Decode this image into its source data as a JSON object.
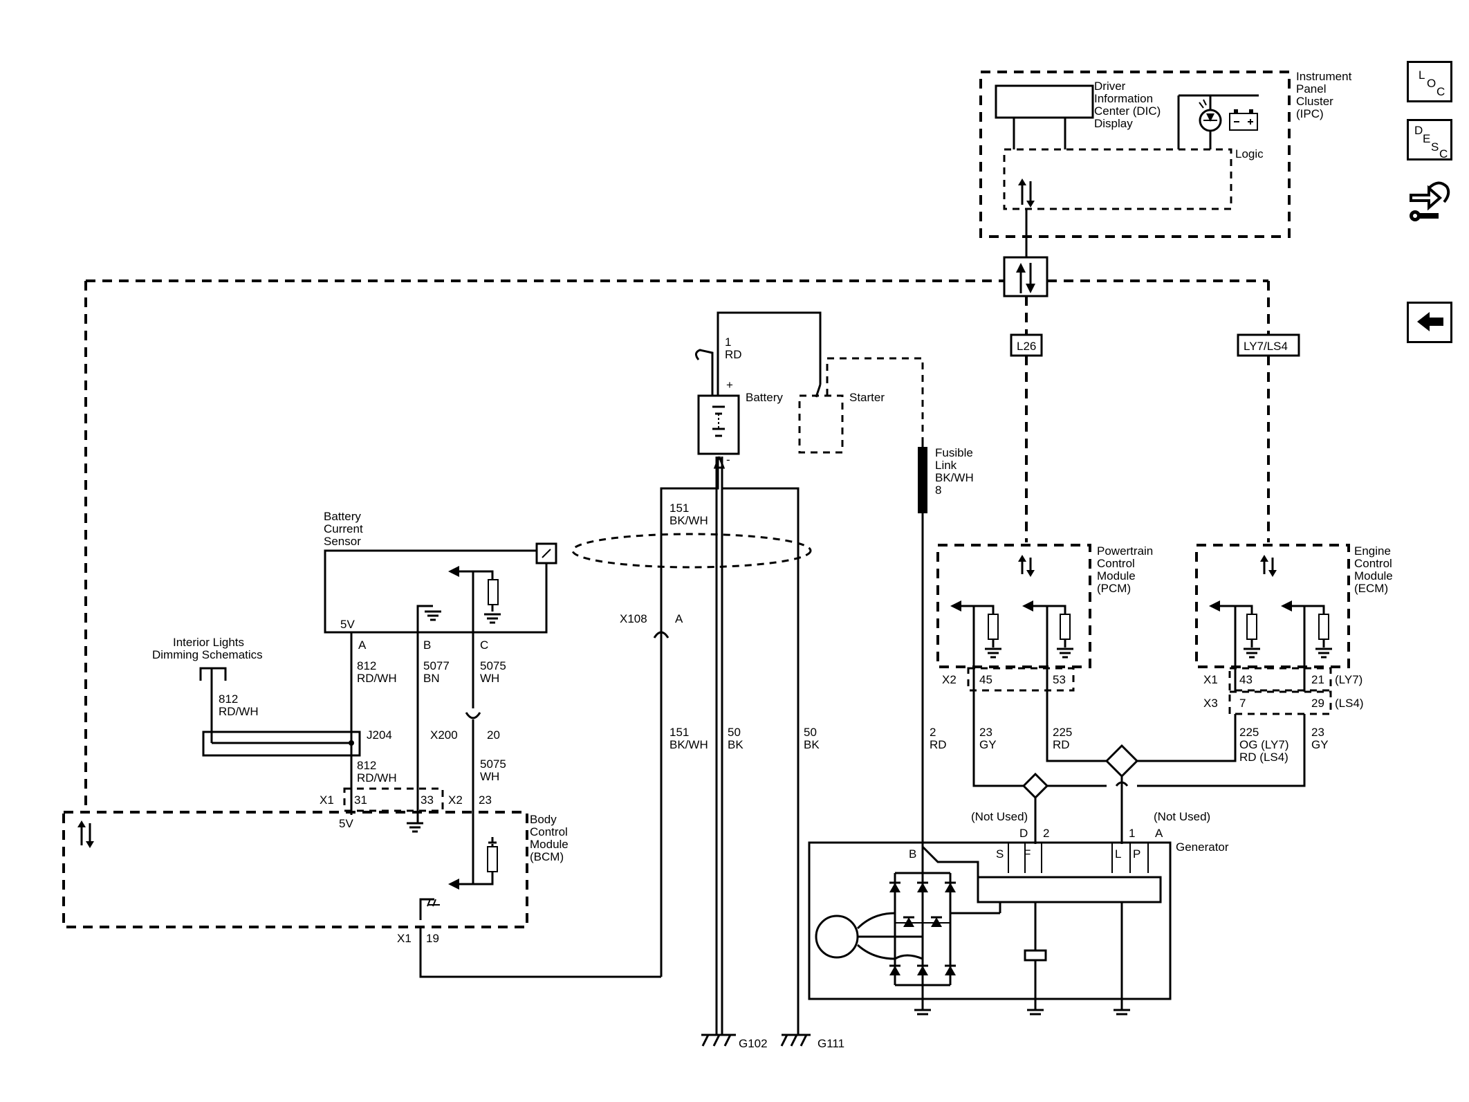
{
  "nav": {
    "loc_big": "L",
    "loc_o": "O",
    "loc_c": "C",
    "desc_d": "D",
    "desc_e": "E",
    "desc_s": "S",
    "desc_c": "C"
  },
  "ipc": {
    "title_lines": [
      "Instrument",
      "Panel",
      "Cluster",
      "(IPC)"
    ],
    "dic_lines": [
      "Driver",
      "Information",
      "Center (DIC)",
      "Display"
    ],
    "logic": "Logic"
  },
  "options": {
    "l26": "L26",
    "ly7ls4": "LY7/LS4"
  },
  "battery": {
    "label": "Battery",
    "wire_num": "1",
    "wire_color": "RD",
    "plus": "+",
    "minus": "-"
  },
  "starter": {
    "label": "Starter"
  },
  "fusible": {
    "lines": [
      "Fusible",
      "Link",
      "BK/WH",
      "8"
    ]
  },
  "sensor": {
    "title_lines": [
      "Battery",
      "Current",
      "Sensor"
    ],
    "v5": "5V",
    "pin_a": "A",
    "pin_b": "B",
    "pin_c": "C"
  },
  "interior": {
    "lines": [
      "Interior Lights",
      "Dimming Schematics"
    ],
    "wire_num": "812",
    "wire_color": "RD/WH"
  },
  "wires": {
    "w812a_num": "812",
    "w812a_col": "RD/WH",
    "w5077_num": "5077",
    "w5077_col": "BN",
    "w5075a_num": "5075",
    "w5075a_col": "WH",
    "w812b_num": "812",
    "w812b_col": "RD/WH",
    "w5075b_num": "5075",
    "w5075b_col": "WH",
    "w151a_num": "151",
    "w151a_col": "BK/WH",
    "w151b_num": "151",
    "w151b_col": "BK/WH",
    "w50a_num": "50",
    "w50a_col": "BK",
    "w50b_num": "50",
    "w50b_col": "BK",
    "w2_num": "2",
    "w2_col": "RD",
    "w23a_num": "23",
    "w23a_col": "GY",
    "w225a_num": "225",
    "w225a_col": "RD",
    "w225b_num": "225",
    "w225b_col1": "OG (LY7)",
    "w225b_col2": "RD (LS4)",
    "w23b_num": "23",
    "w23b_col": "GY"
  },
  "connectors": {
    "j204": "J204",
    "x200": "X200",
    "x200_pin": "20",
    "x108": "X108",
    "x108_pin": "A",
    "bcm_x1": "X1",
    "bcm_x1_pin": "31",
    "bcm_x1_pin2": "33",
    "bcm_x2": "X2",
    "bcm_x2_pin": "23",
    "bcm_x1b": "X1",
    "bcm_x1b_pin": "19",
    "pcm_x2": "X2",
    "pcm_pin1": "45",
    "pcm_pin2": "53",
    "ecm_x1": "X1",
    "ecm_pin1": "43",
    "ecm_pin2": "21",
    "ecm_x1_opt": "(LY7)",
    "ecm_x3": "X3",
    "ecm_pin3": "7",
    "ecm_pin4": "29",
    "ecm_x3_opt": "(LS4)"
  },
  "bcm": {
    "title_lines": [
      "Body",
      "Control",
      "Module",
      "(BCM)"
    ],
    "v5": "5V"
  },
  "pcm": {
    "title_lines": [
      "Powertrain",
      "Control",
      "Module",
      "(PCM)"
    ]
  },
  "ecm": {
    "title_lines": [
      "Engine",
      "Control",
      "Module",
      "(ECM)"
    ]
  },
  "generator": {
    "label": "Generator",
    "not_used_left": "(Not Used)",
    "not_used_right": "(Not Used)",
    "pin_d": "D",
    "pin_2": "2",
    "pin_1": "1",
    "pin_a": "A",
    "term_b": "B",
    "term_s": "S",
    "term_f": "F",
    "term_l": "L",
    "term_p": "P"
  },
  "grounds": {
    "g102": "G102",
    "g111": "G111"
  }
}
